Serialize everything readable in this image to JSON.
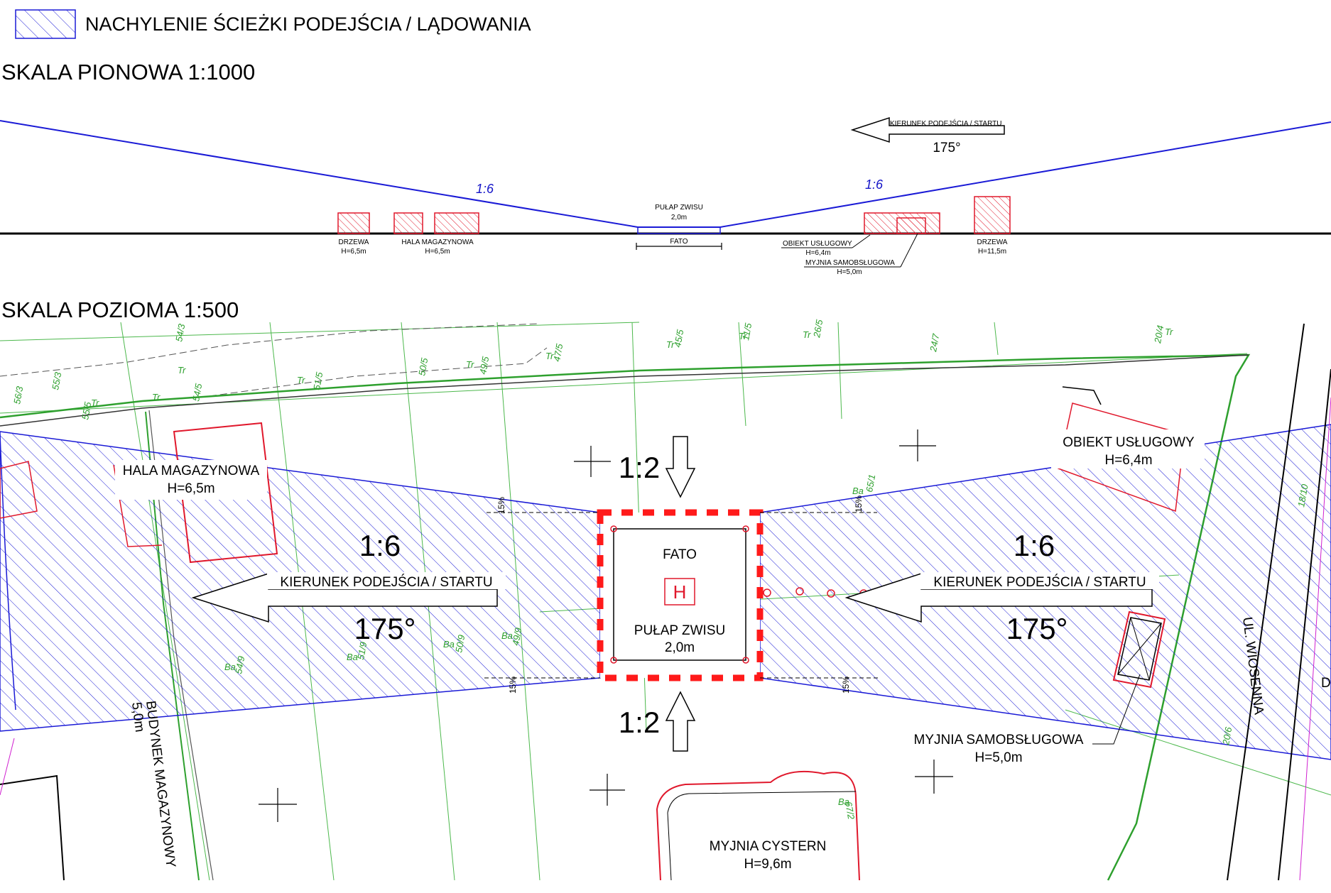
{
  "legend": {
    "hatch_label": "NACHYLENIE ŚCIEŻKI PODEJŚCIA / LĄDOWANIA",
    "hatch_color": "#1a1ad6"
  },
  "elevation": {
    "scale_title": "SKALA PIONOWA 1:1000",
    "slope_left": "1:6",
    "slope_right": "1:6",
    "direction_label": "KIERUNEK PODEJŚCIA / STARTU",
    "direction_angle": "175°",
    "hover_ceiling_label": "PUŁAP ZWISU",
    "hover_ceiling_value": "2,0m",
    "fato_label": "FATO",
    "obstacles": [
      {
        "name": "DRZEWA",
        "height": "H=6,5m"
      },
      {
        "name": "HALA MAGAZYNOWA",
        "height": "H=6,5m"
      },
      {
        "name": "OBIEKT USŁUGOWY",
        "height": "H=6,4m"
      },
      {
        "name": "MYJNIA SAMOBSŁUGOWA",
        "height": "H=5,0m"
      },
      {
        "name": "DRZEWA",
        "height": "H=11,5m"
      }
    ]
  },
  "plan": {
    "scale_title": "SKALA POZIOMA 1:500",
    "fato_label": "FATO",
    "hover_ceiling_label": "PUŁAP ZWISU",
    "hover_ceiling_value": "2,0m",
    "slope_left": "1:6",
    "slope_right": "1:6",
    "slope_top": "1:2",
    "slope_bottom": "1:2",
    "direction_label_left": "KIERUNEK PODEJŚCIA / STARTU",
    "direction_label_right": "KIERUNEK PODEJŚCIA / STARTU",
    "angle_left": "175°",
    "angle_right": "175°",
    "percent": "15%",
    "helipad_marker": "H",
    "street": "UL. WIOSENNA",
    "street_letter": "D",
    "buildings": {
      "hala_name": "HALA MAGAZYNOWA",
      "hala_height": "H=6,5m",
      "obiekt_name": "OBIEKT USŁUGOWY",
      "obiekt_height": "H=6,4m",
      "myjnia_s_name": "MYJNIA SAMOBSŁUGOWA",
      "myjnia_s_height": "H=5,0m",
      "myjnia_c_name": "MYJNIA CYSTERN",
      "myjnia_c_height": "H=9,6m",
      "budynek_name": "BUDYNEK MAGAZYNOWY",
      "budynek_height": "5,0m"
    },
    "parcels": [
      "56/3",
      "55/3",
      "55/5",
      "54/3",
      "54/5",
      "51/5",
      "50/5",
      "49/5",
      "47/5",
      "45/5",
      "11/5",
      "26/5",
      "24/7",
      "20/4",
      "65/1",
      "54/9",
      "51/9",
      "50/9",
      "49/9",
      "18/10",
      "20/6",
      "67/2"
    ],
    "land_tags": [
      "Tr",
      "Ba"
    ]
  },
  "colors": {
    "slope_blue": "#1a1ad6",
    "obstacle_red": "#e0182c",
    "fato_red": "#ff1a1a",
    "parcel_green": "#2ea02e"
  }
}
